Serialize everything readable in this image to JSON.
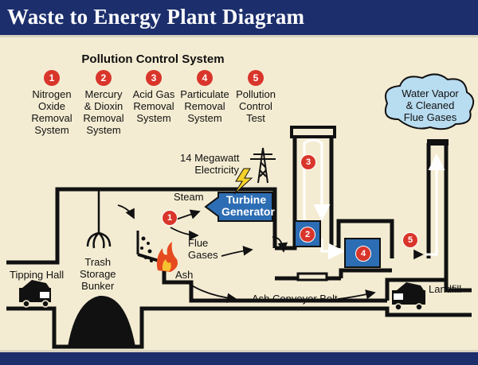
{
  "header": {
    "title": "Waste to Energy Plant Diagram"
  },
  "pollution_control": {
    "title": "Pollution Control System",
    "steps": [
      {
        "num": "1",
        "line1": "Nitrogen",
        "line2": "Oxide",
        "line3": "Removal",
        "line4": "System"
      },
      {
        "num": "2",
        "line1": "Mercury",
        "line2": "& Dioxin",
        "line3": "Removal",
        "line4": "System"
      },
      {
        "num": "3",
        "line1": "Acid Gas",
        "line2": "Removal",
        "line3": "System",
        "line4": ""
      },
      {
        "num": "4",
        "line1": "Particulate",
        "line2": "Removal",
        "line3": "System",
        "line4": ""
      },
      {
        "num": "5",
        "line1": "Pollution",
        "line2": "Control",
        "line3": "Test",
        "line4": ""
      }
    ]
  },
  "labels": {
    "electricity_line1": "14 Megawatt",
    "electricity_line2": "Electricity",
    "steam": "Steam",
    "turbine_line1": "Turbine",
    "turbine_line2": "Generator",
    "flue_line1": "Flue",
    "flue_line2": "Gases",
    "ash": "Ash",
    "ash_belt": "Ash Conveyor Belt",
    "tipping_hall": "Tipping Hall",
    "bunker_line1": "Trash",
    "bunker_line2": "Storage",
    "bunker_line3": "Bunker",
    "landfill": "Landfill",
    "cloud_line1": "Water Vapor",
    "cloud_line2": "& Cleaned",
    "cloud_line3": "Flue Gases"
  },
  "badges": {
    "b1": "1",
    "b2": "2",
    "b3": "3",
    "b4": "4",
    "b5": "5"
  },
  "colors": {
    "navy": "#1c2f6c",
    "red": "#d9352b",
    "blue": "#2d6db3",
    "cream": "#f4ecd2",
    "cloud": "#b8dcf0"
  }
}
